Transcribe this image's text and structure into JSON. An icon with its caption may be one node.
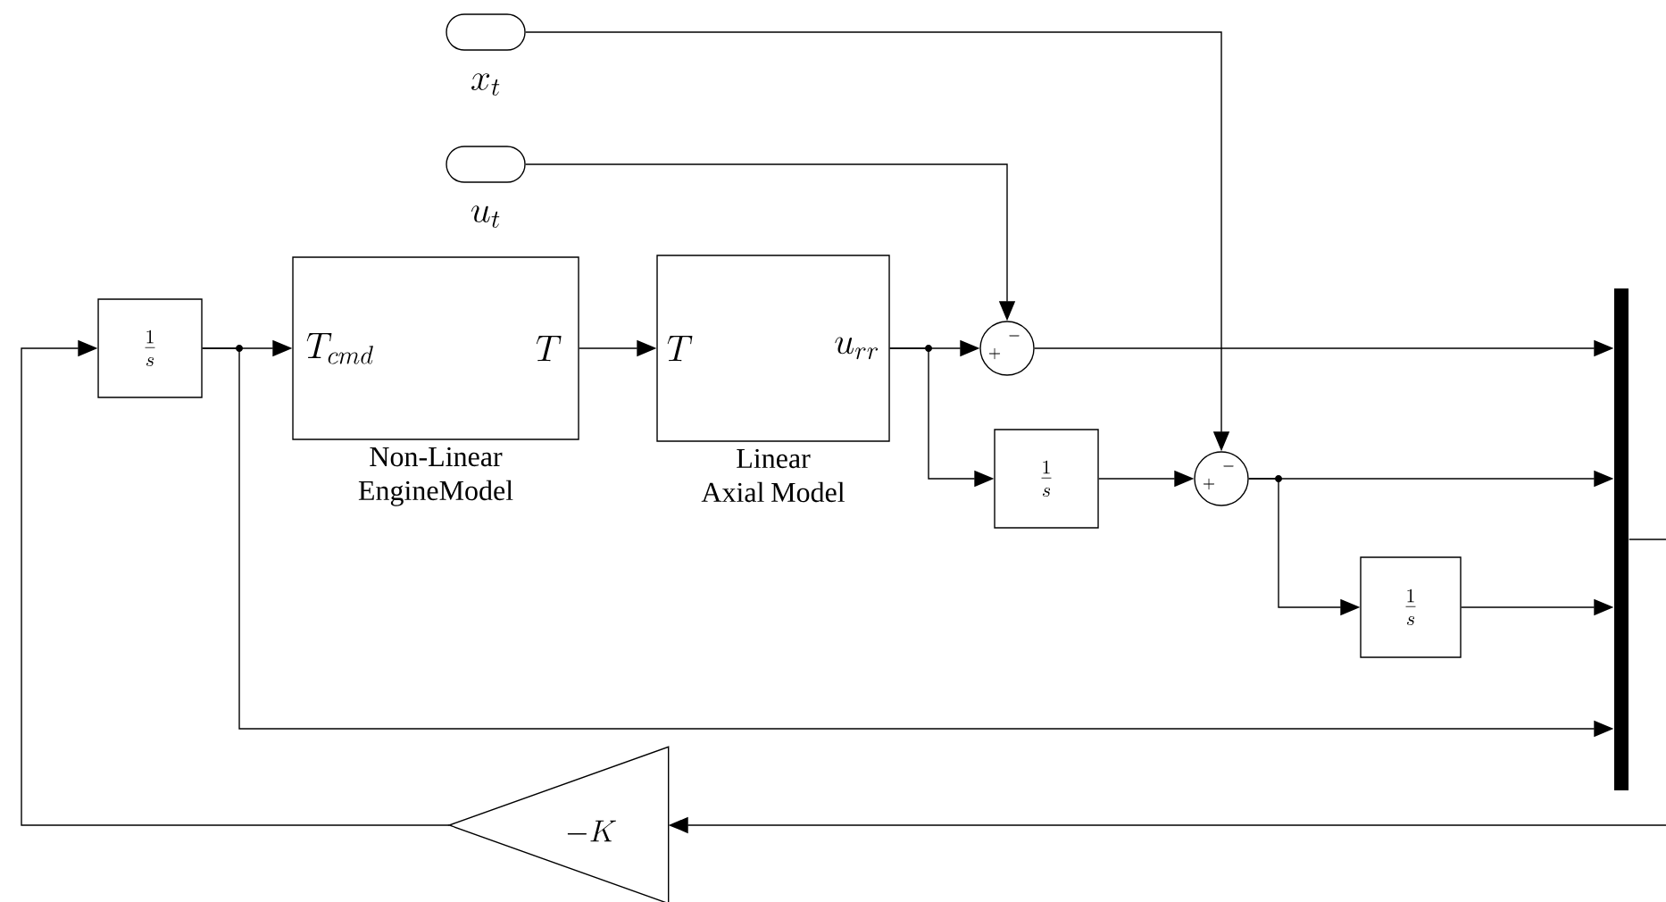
{
  "diagram": {
    "nodes": [
      {
        "text": [],
        "shape": "capsule",
        "beside": [
          "x_t"
        ]
      },
      {
        "text": [],
        "shape": "capsule",
        "beside": [
          "u_t"
        ]
      },
      {
        "text": [
          "\\frac{1}{s}"
        ]
      },
      {
        "text": [
          "T_{cmd}",
          "T",
          "Non-Linear EngineModel"
        ]
      },
      {
        "text": [
          "T",
          "u_{rr}",
          "Linear Axial Model"
        ]
      },
      {
        "text": [
          "+",
          "-"
        ]
      },
      {
        "text": [
          "\\frac{1}{s}"
        ]
      },
      {
        "text": [
          "+",
          "-"
        ]
      },
      {
        "text": [
          "\\frac{1}{s}"
        ]
      },
      {
        "text": [],
        "shape": "bar"
      },
      {
        "text": [
          "-K"
        ]
      }
    ],
    "edges": [
      {
        "from": 0,
        "to": 7,
        "arrow": "to"
      },
      {
        "from": 1,
        "to": 5,
        "arrow": "to"
      },
      {
        "from": 2,
        "to": 3,
        "arrow": "to"
      },
      {
        "from": 3,
        "to": 4,
        "arrow": "to"
      },
      {
        "from": 4,
        "to": 5,
        "arrow": "to"
      },
      {
        "from": 4,
        "to": 6,
        "arrow": "to"
      },
      {
        "from": 6,
        "to": 7,
        "arrow": "to"
      },
      {
        "from": 5,
        "to": 9,
        "arrow": "to"
      },
      {
        "from": 7,
        "to": 9,
        "arrow": "to"
      },
      {
        "from": 7,
        "to": 8,
        "arrow": "to"
      },
      {
        "from": 8,
        "to": 9,
        "arrow": "to"
      },
      {
        "from": 2,
        "to": 9,
        "arrow": "to"
      },
      {
        "from": 9,
        "to": null,
        "arrow": "none"
      },
      {
        "from": null,
        "to": 10,
        "arrow": "to"
      },
      {
        "from": 10,
        "to": 2,
        "arrow": "to"
      }
    ]
  }
}
